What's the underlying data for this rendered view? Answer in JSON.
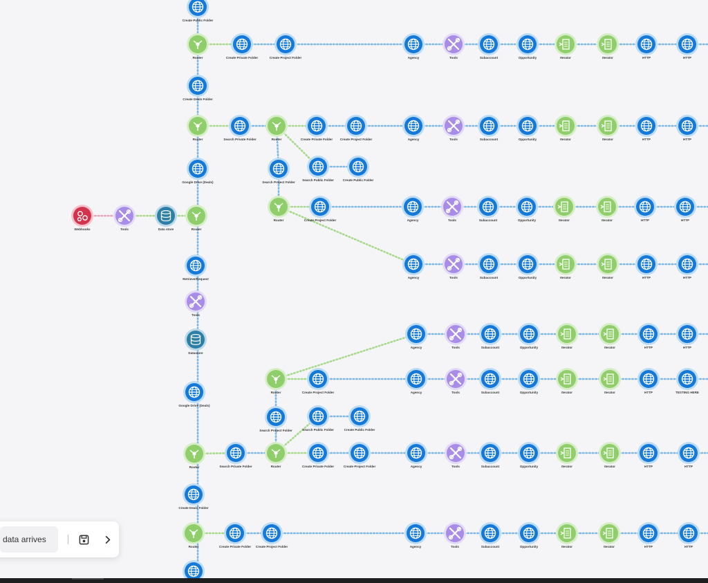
{
  "scenario": {
    "colors": {
      "http": "#1479d8",
      "router": "#8fce6a",
      "tools": "#a98ce8",
      "iterator": "#8fce6a",
      "datastore": "#2c7fa6",
      "webhook": "#d2344d",
      "link_blue": "#7db7e6",
      "link_green": "#a6d98a",
      "link_pink": "#e8a0b5"
    },
    "labels": {
      "webhooks": "Webhooks",
      "tools": "Tools",
      "data_store": "Data store",
      "router": "Router",
      "create_private_folder": "Create Private Folder",
      "create_project_folder": "Create Project Folder",
      "create_public_folder": "Create Public Folder",
      "create_deals_folder": "Create Deals Folder",
      "search_private_folder": "Search Private Folder",
      "search_public_folder": "Search Public Folder",
      "search_project_folder": "Search Project Folder",
      "google_drive_deals": "Google Drive (Deals)",
      "retrieve_request": "Retrieve/Request",
      "datastore": "Datastore",
      "agency": "Agency",
      "subaccount": "Subaccount",
      "opportunity": "Opportunity",
      "iterator": "Iterator",
      "http": "HTTP",
      "testing_here": "TESTING HERE"
    }
  },
  "toolbar": {
    "trigger_label": "data arrives",
    "save_icon": "save-icon",
    "next_icon": "chevron-right-icon"
  }
}
